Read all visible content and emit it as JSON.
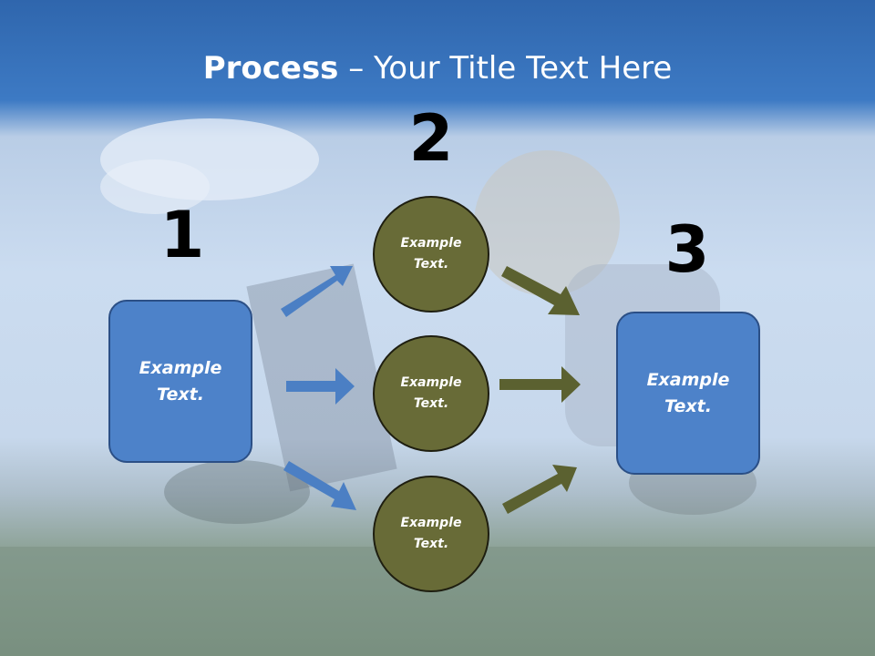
{
  "title": {
    "bold": "Process",
    "rest": " – Your Title Text Here"
  },
  "steps": {
    "one": "1",
    "two": "2",
    "three": "3"
  },
  "left_box": {
    "line1": "Example",
    "line2": "Text."
  },
  "right_box": {
    "line1": "Example",
    "line2": "Text."
  },
  "circles": [
    {
      "line1": "Example",
      "line2": "Text."
    },
    {
      "line1": "Example",
      "line2": "Text."
    },
    {
      "line1": "Example",
      "line2": "Text."
    }
  ],
  "colors": {
    "box_fill": "#4d82c9",
    "circle_fill": "#686b37",
    "blue_arrow": "#4b7fc4",
    "olive_arrow": "#5b6130"
  }
}
